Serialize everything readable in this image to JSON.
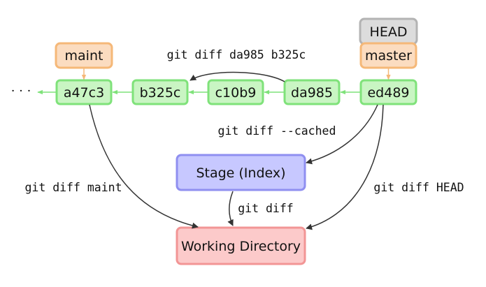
{
  "refs": {
    "head": "HEAD",
    "master": "master",
    "maint": "maint"
  },
  "commits": {
    "ellipsis": "· · ·",
    "a47c3": "a47c3",
    "b325c": "b325c",
    "c10b9": "c10b9",
    "da985": "da985",
    "ed489": "ed489"
  },
  "areas": {
    "stage": "Stage (Index)",
    "working_directory": "Working Directory"
  },
  "commands": {
    "diff_commits": "git diff da985 b325c",
    "diff_cached": "git diff --cached",
    "diff_maint": "git diff maint",
    "diff_head": "git diff HEAD",
    "diff_plain": "git diff"
  },
  "colors": {
    "commit_fill": "#c9f5c3",
    "commit_stroke": "#7fe27a",
    "ref_fill": "#fbdcc0",
    "ref_stroke": "#f5b878",
    "head_fill": "#dcdcdc",
    "head_stroke": "#b3b3b3",
    "stage_fill": "#c7c8ff",
    "stage_stroke": "#8f8ff0",
    "wd_fill": "#fccaca",
    "wd_stroke": "#f29595",
    "arrow": "#333333"
  }
}
